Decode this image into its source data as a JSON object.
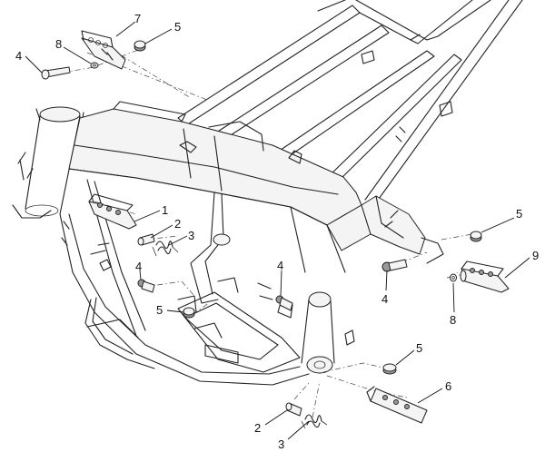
{
  "diagram": {
    "callouts": [
      {
        "id": "c7a",
        "text": "7"
      },
      {
        "id": "c5a",
        "text": "5"
      },
      {
        "id": "c8a",
        "text": "8"
      },
      {
        "id": "c4a",
        "text": "4"
      },
      {
        "id": "c1",
        "text": "1"
      },
      {
        "id": "c2a",
        "text": "2"
      },
      {
        "id": "c3a",
        "text": "3"
      },
      {
        "id": "c4b",
        "text": "4"
      },
      {
        "id": "c5b",
        "text": "5"
      },
      {
        "id": "c4c",
        "text": "4"
      },
      {
        "id": "c5c",
        "text": "5"
      },
      {
        "id": "c9",
        "text": "9"
      },
      {
        "id": "c4d",
        "text": "4"
      },
      {
        "id": "c8b",
        "text": "8"
      },
      {
        "id": "c5d",
        "text": "5"
      },
      {
        "id": "c6",
        "text": "6"
      },
      {
        "id": "c2b",
        "text": "2"
      },
      {
        "id": "c3b",
        "text": "3"
      }
    ]
  }
}
